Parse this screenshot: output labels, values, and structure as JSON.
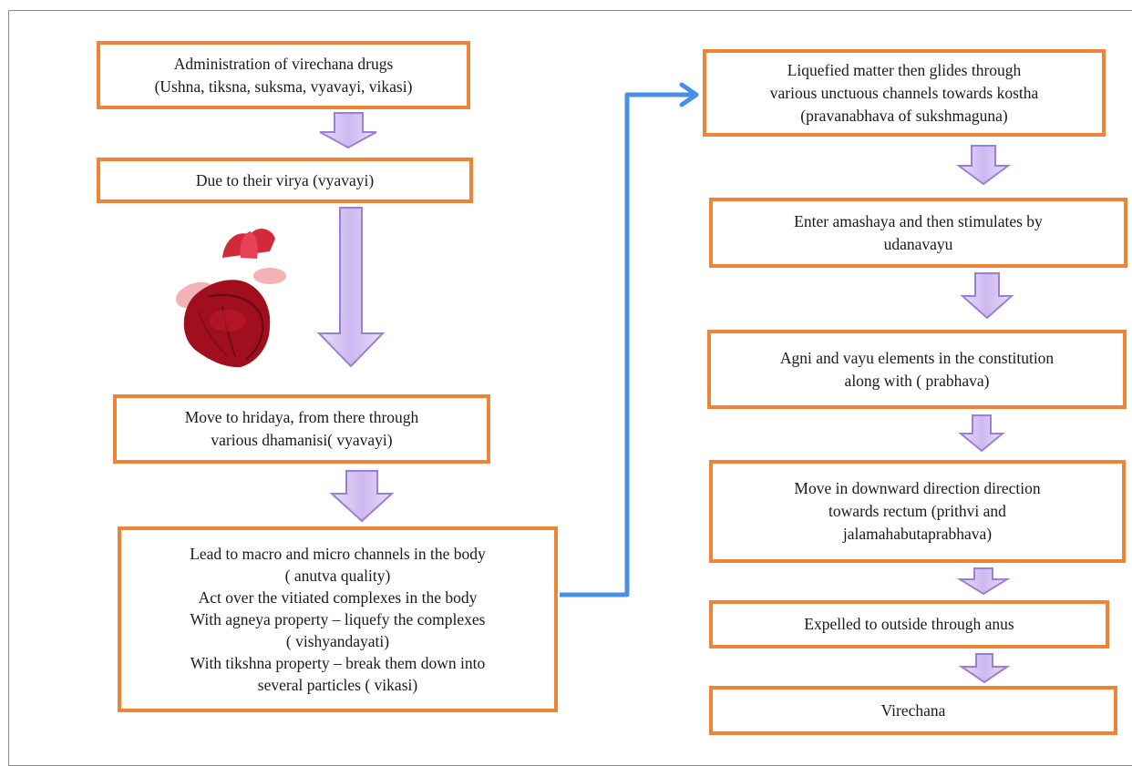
{
  "colors": {
    "box_border": "#ef8336",
    "arrow_fill": "#d9c8f2",
    "arrow_stroke": "#9b7fd6",
    "connector": "#4a90e2"
  },
  "icons": {
    "heart": "heart-icon"
  },
  "left_column": {
    "step1": {
      "lines": [
        "Administration of virechana drugs",
        "(Ushna, tiksna, suksma, vyavayi, vikasi)"
      ]
    },
    "step2": {
      "lines": [
        "Due to their virya (vyavayi)"
      ]
    },
    "step3": {
      "lines": [
        "Move to hridaya, from there through",
        "various dhamanisi( vyavayi)"
      ]
    },
    "step4": {
      "lines": [
        "Lead to macro and micro channels in the body",
        "( anutva quality)",
        "Act over the vitiated complexes in the body",
        "With agneya property – liquefy the complexes",
        "( vishyandayati)",
        "With tikshna property – break them down into",
        "several particles ( vikasi)"
      ]
    }
  },
  "right_column": {
    "step5": {
      "lines": [
        "Liquefied matter then glides through",
        "various unctuous channels towards kostha",
        "(pravanabhava of sukshmaguna)"
      ]
    },
    "step6": {
      "lines": [
        "Enter amashaya and then stimulates by",
        "udanavayu"
      ]
    },
    "step7": {
      "lines": [
        "Agni and vayu elements in the constitution",
        "along with ( prabhava)"
      ]
    },
    "step8": {
      "lines": [
        "Move in downward direction direction",
        "towards rectum (prithvi and",
        "jalamahabutaprabhava)"
      ]
    },
    "step9": {
      "lines": [
        "Expelled to outside through anus"
      ]
    },
    "step10": {
      "lines": [
        "Virechana"
      ]
    }
  }
}
